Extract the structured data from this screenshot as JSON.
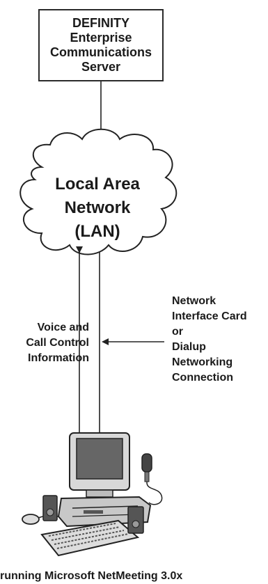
{
  "server": {
    "lines": [
      "DEFINITY",
      "Enterprise",
      "Communications",
      "Server"
    ]
  },
  "lan": {
    "lines": [
      "Local Area",
      "Network",
      "(LAN)"
    ]
  },
  "voice_label": {
    "lines": [
      "Voice and",
      "Call Control",
      "Information"
    ]
  },
  "connection_label": {
    "lines": [
      "Network",
      "Interface Card",
      "or",
      "Dialup",
      "Networking",
      "Connection"
    ]
  },
  "caption": "running Microsoft NetMeeting 3.0x",
  "colors": {
    "line": "#222222",
    "monitor_screen": "#666666",
    "body_fill": "#c8c8c8"
  },
  "icons": [
    "cloud-icon",
    "computer-icon",
    "microphone-icon",
    "speaker-icon",
    "keyboard-icon",
    "mouse-icon"
  ]
}
